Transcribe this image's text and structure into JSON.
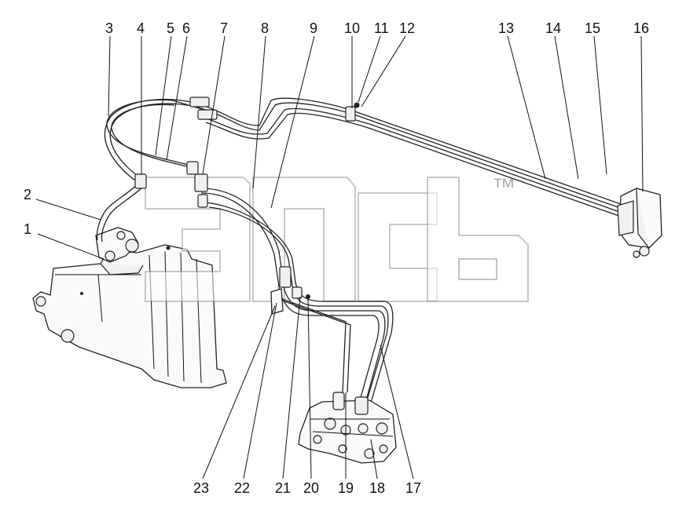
{
  "diagram": {
    "callouts": [
      "1",
      "2",
      "3",
      "4",
      "5",
      "6",
      "7",
      "8",
      "9",
      "10",
      "11",
      "12",
      "13",
      "14",
      "15",
      "16",
      "17",
      "18",
      "19",
      "20",
      "21",
      "22",
      "23"
    ],
    "watermark": {
      "trademark": "™"
    }
  }
}
